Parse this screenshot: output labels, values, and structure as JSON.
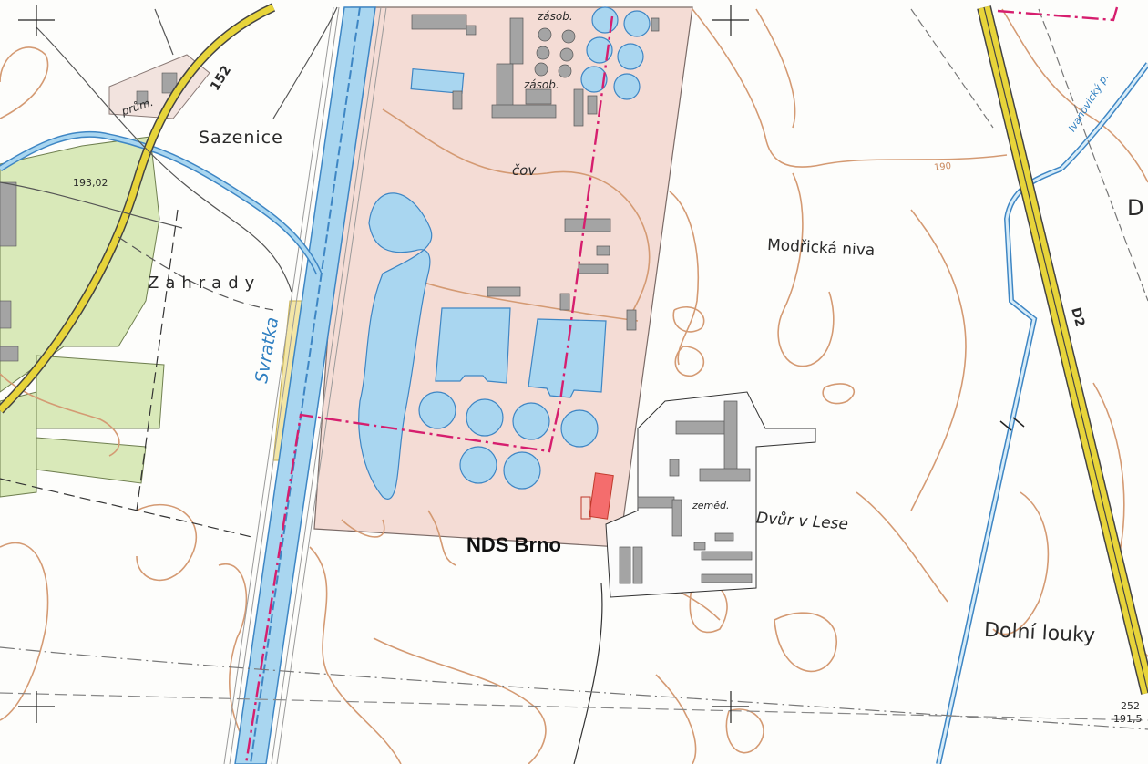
{
  "map": {
    "place_labels": {
      "sazenice": "Sazenice",
      "zahrady": "Zahrady",
      "modricka_niva": "Modřická niva",
      "dvur_v_lese": "Dvůr v Lese",
      "dolni_louky": "Dolní louky",
      "d_partial": "D"
    },
    "facility_labels": {
      "prum": "prům.",
      "zasob_top": "zásob.",
      "zasob_mid": "zásob.",
      "cov": "čov",
      "zemed": "zeměd."
    },
    "water_labels": {
      "svratka": "Svratka",
      "ivanovicky": "Ivanovický p."
    },
    "road_labels": {
      "road_152": "152",
      "d2": "D2"
    },
    "elevation_labels": {
      "spot_19302": "193,02",
      "spot_252": "252",
      "spot_1915": "191,5",
      "contour_190": "190"
    },
    "highlight_label": "NDS Brno",
    "colors": {
      "water": "#a9d6f0",
      "water_edge": "#3e86c4",
      "industrial": "#f4dcd5",
      "building": "#a4a4a4",
      "contour": "#d49a73",
      "vegetation": "#d9e9b9",
      "road_yellow": "#e7d43a",
      "boundary": "#d61e6e",
      "highlight": "#f46d6d"
    }
  }
}
